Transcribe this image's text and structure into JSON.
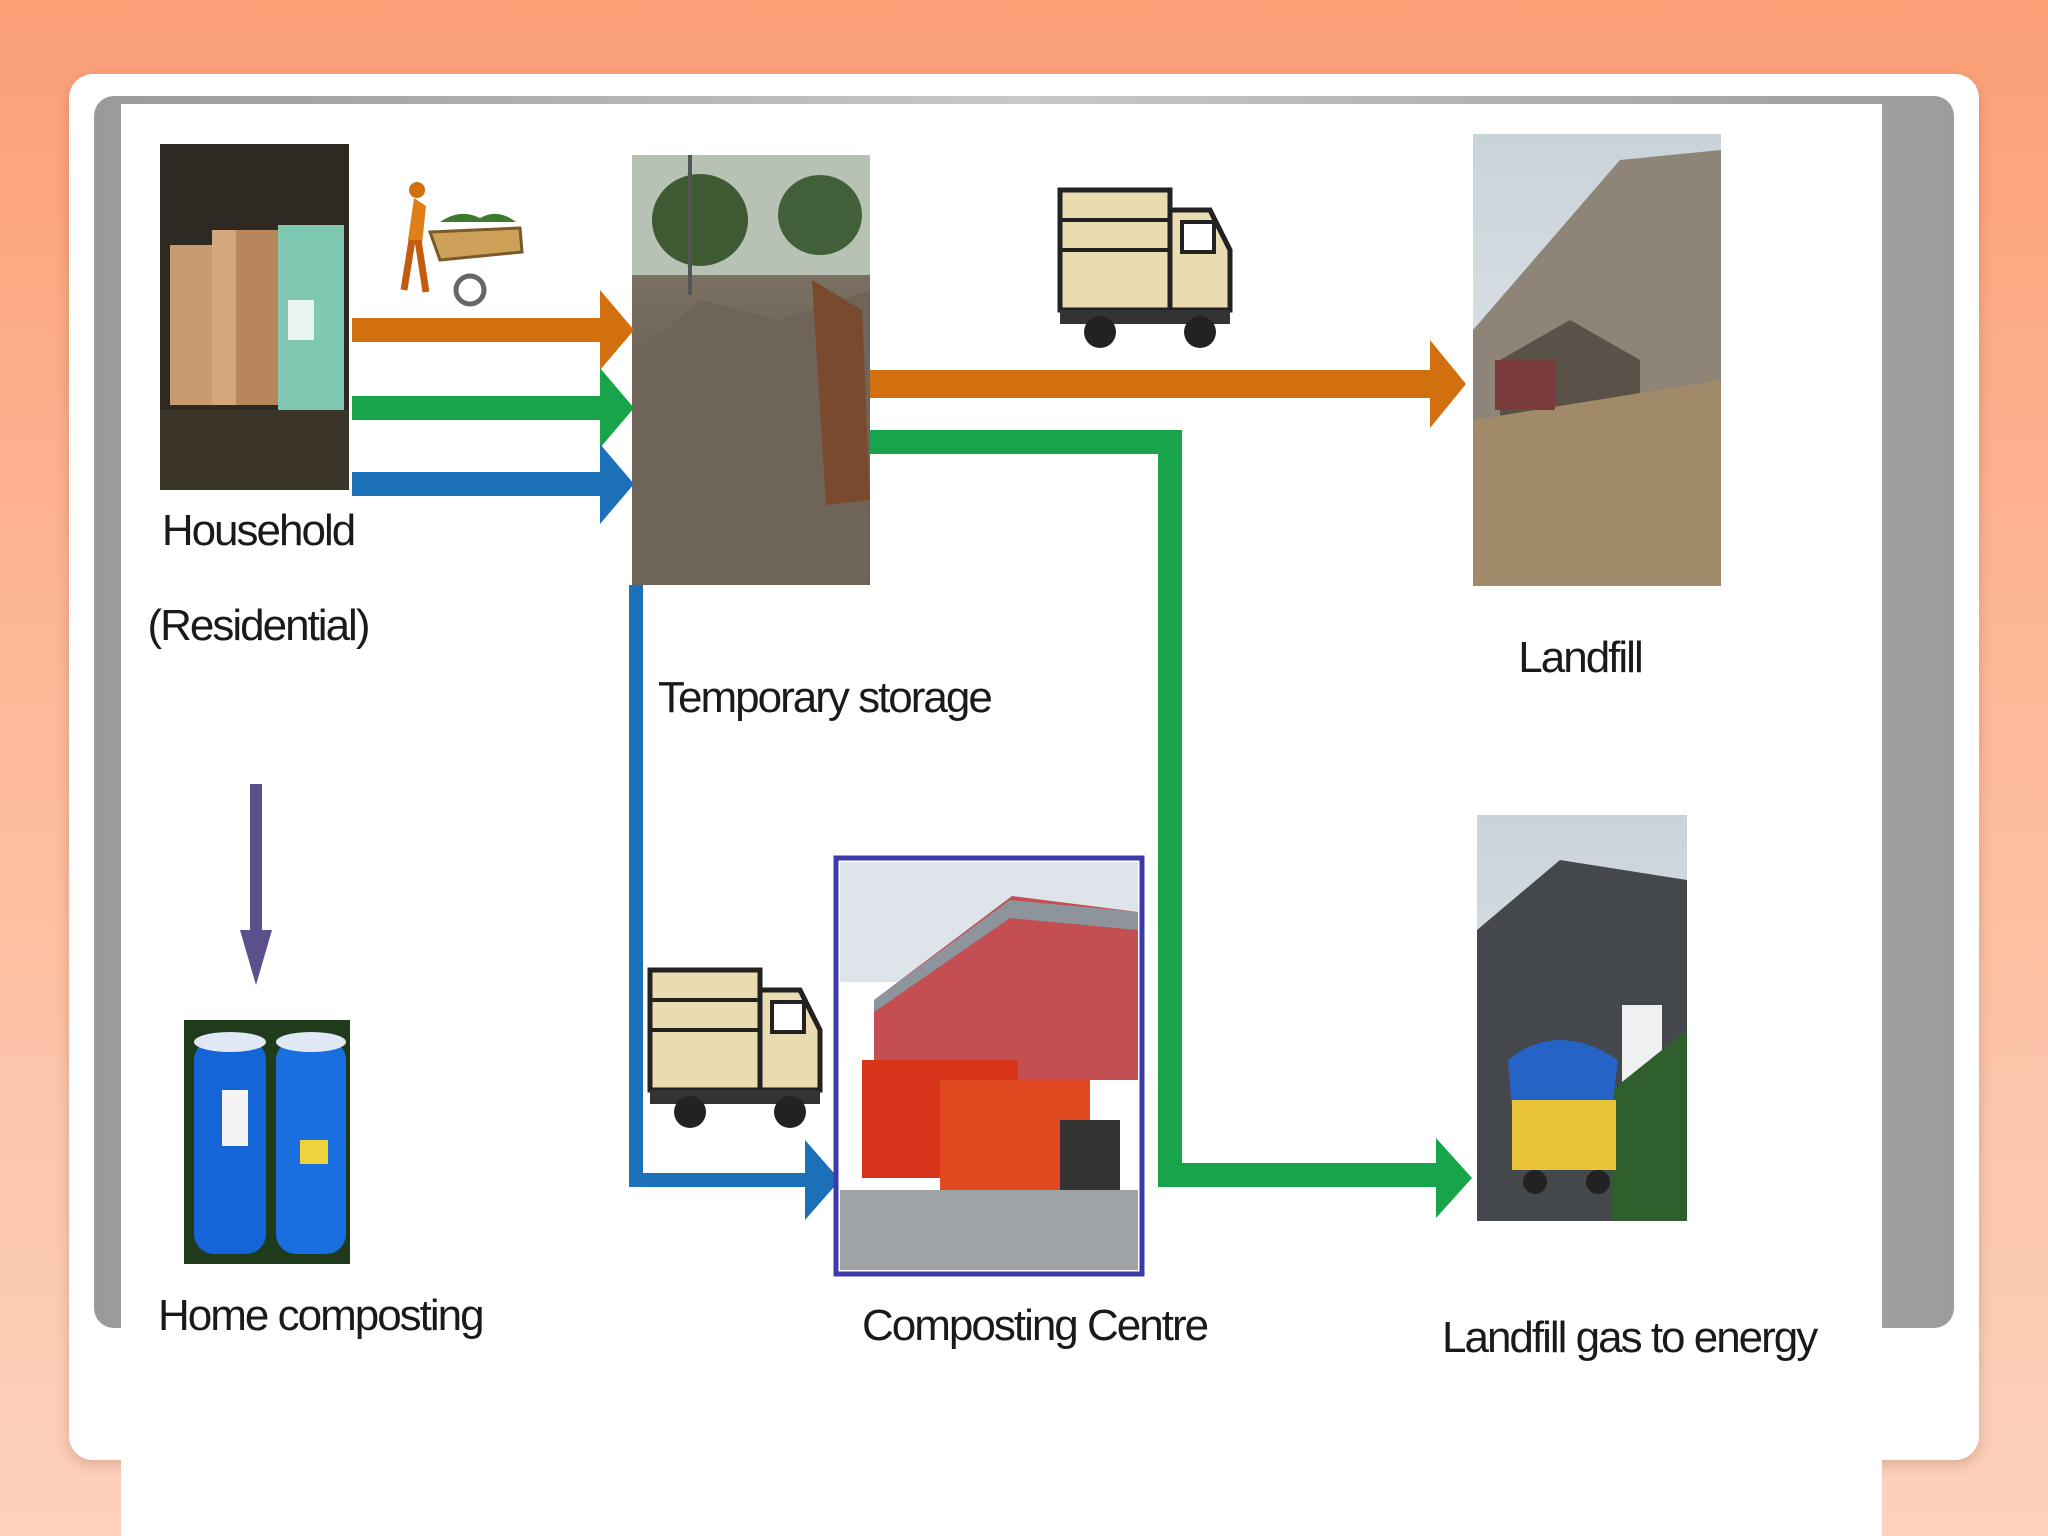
{
  "nodes": {
    "household_line1": "Household",
    "household_line2": "(Residential)",
    "temporary_storage": "Temporary storage",
    "landfill": "Landfill",
    "home_composting": "Home composting",
    "composting_centre": "Composting Centre",
    "landfill_gas": "Landfill gas to energy"
  },
  "colors": {
    "orange_flow": "#d2700f",
    "green_flow": "#17a44a",
    "blue_flow": "#1c70b8",
    "purple_arrow": "#5c4f8c"
  },
  "icons": [
    "waste-bins-photo",
    "wheelbarrow-icon",
    "dump-site-photo",
    "truck-icon",
    "landfill-photo",
    "compost-barrels-photo",
    "composting-building-photo",
    "gas-plant-photo"
  ]
}
